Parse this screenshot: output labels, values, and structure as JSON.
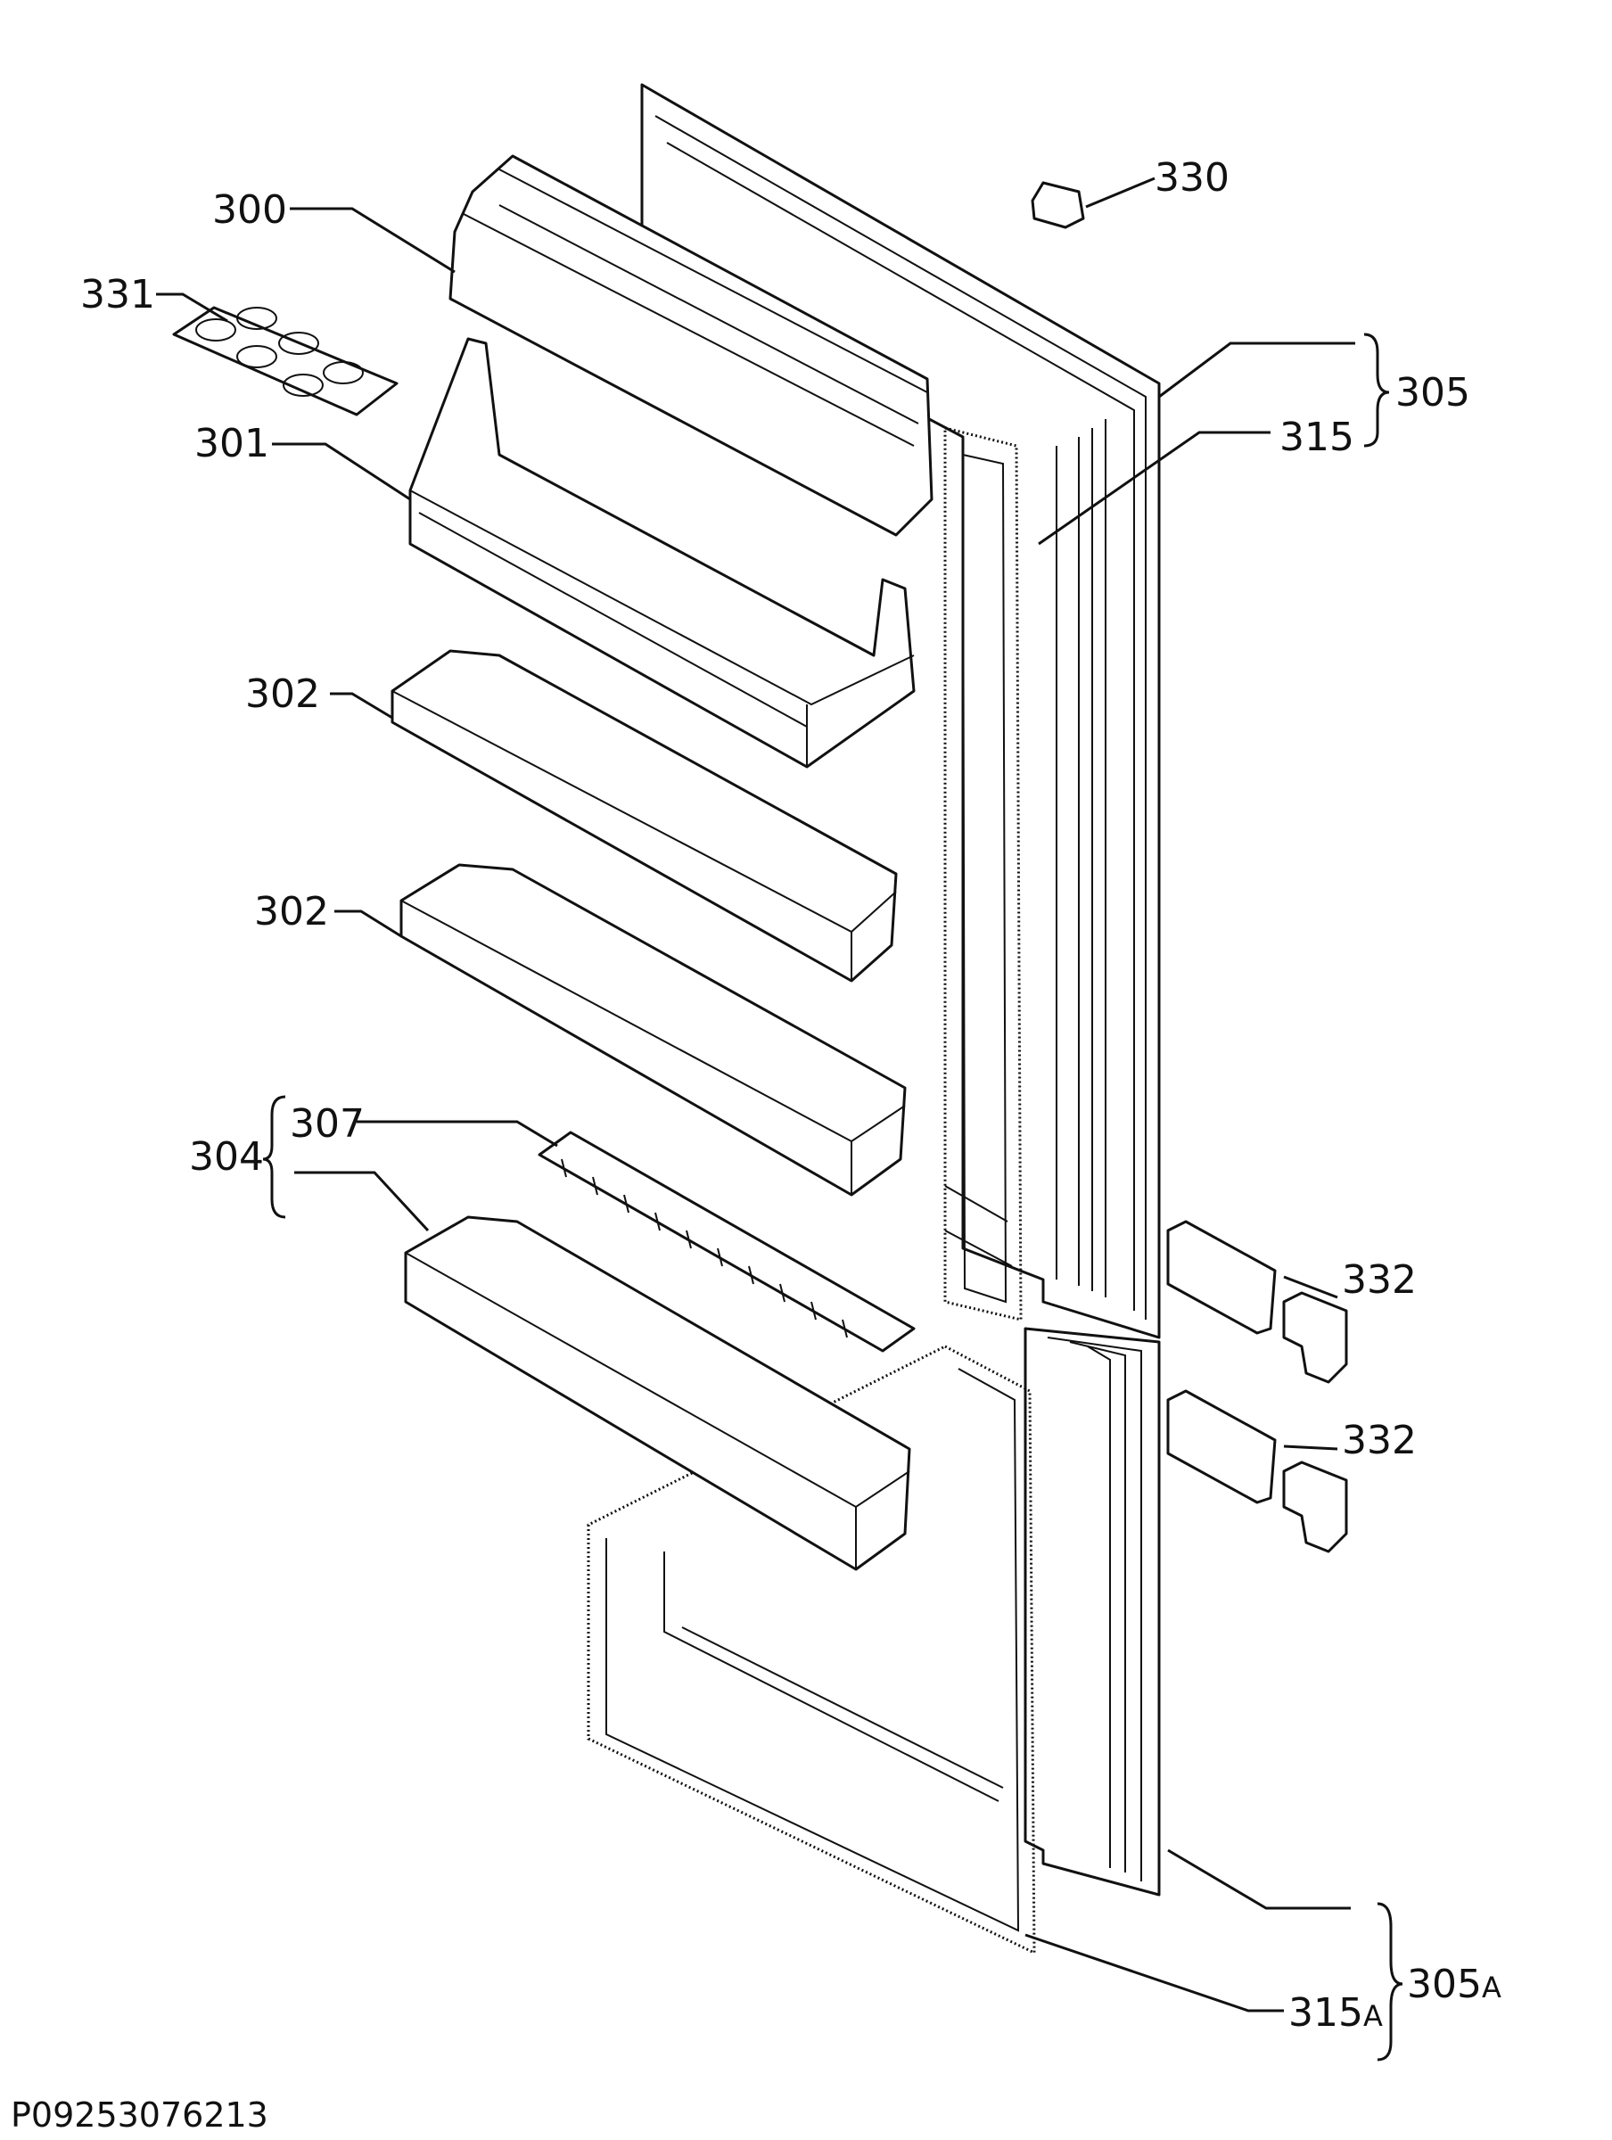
{
  "diagram": {
    "reference_code": "P09253076213",
    "labels": {
      "l300": "300",
      "l301": "301",
      "l302a": "302",
      "l302b": "302",
      "l304": "304",
      "l305": "305",
      "l305a_num": "305",
      "l305a_suffix": "A",
      "l307": "307",
      "l315": "315",
      "l315a_num": "315",
      "l315a_suffix": "A",
      "l330": "330",
      "l331": "331",
      "l332a": "332",
      "l332b": "332"
    },
    "colors": {
      "ink": "#111111",
      "paper": "#ffffff"
    }
  }
}
